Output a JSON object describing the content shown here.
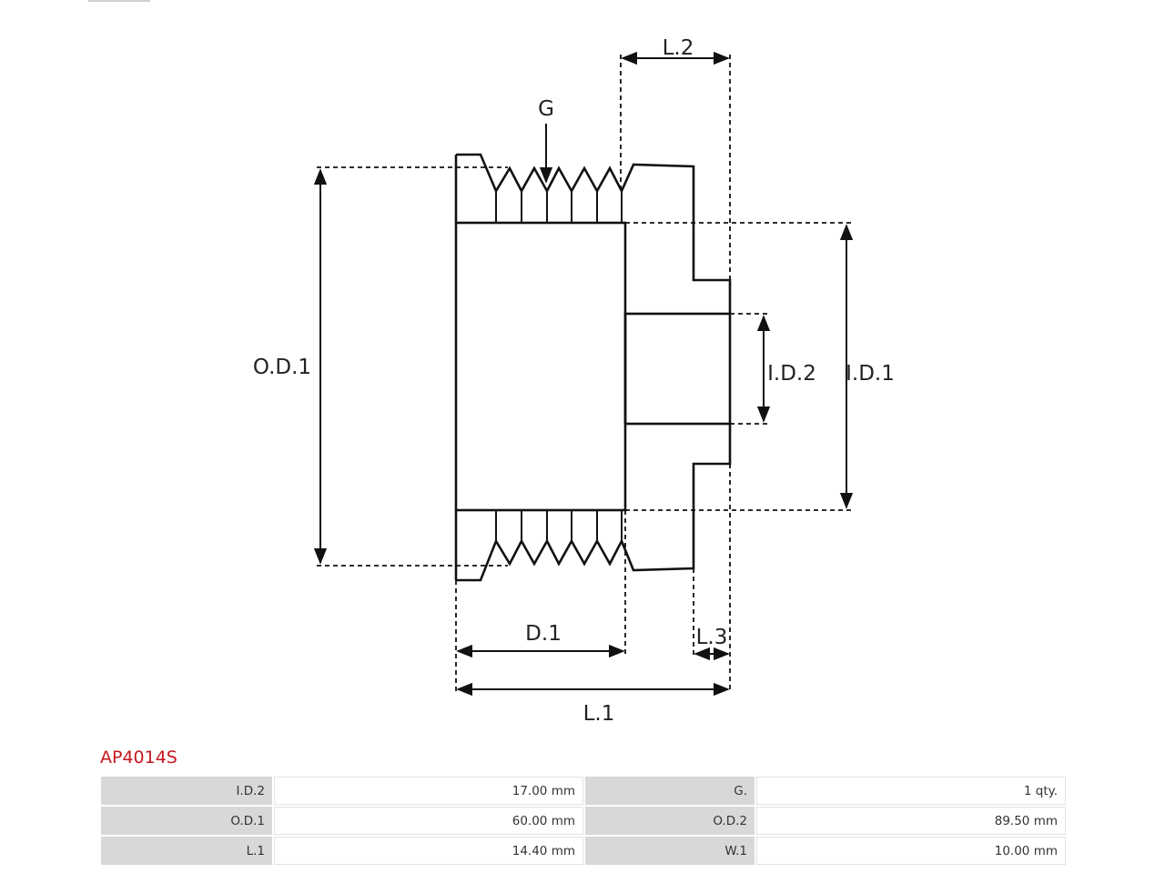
{
  "diagram": {
    "labels": {
      "l2": "L.2",
      "g": "G",
      "od1": "O.D.1",
      "id2": "I.D.2",
      "id1": "I.D.1",
      "d1": "D.1",
      "l3": "L.3",
      "l1": "L.1"
    }
  },
  "part": {
    "number": "AP4014S"
  },
  "specs": {
    "rows": [
      {
        "k1": "I.D.2",
        "v1": "17.00 mm",
        "k2": "G.",
        "v2": "1 qty."
      },
      {
        "k1": "O.D.1",
        "v1": "60.00 mm",
        "k2": "O.D.2",
        "v2": "89.50 mm"
      },
      {
        "k1": "L.1",
        "v1": "14.40 mm",
        "k2": "W.1",
        "v2": "10.00 mm"
      }
    ]
  },
  "colors": {
    "accent": "#c4171d",
    "line": "#111111"
  }
}
